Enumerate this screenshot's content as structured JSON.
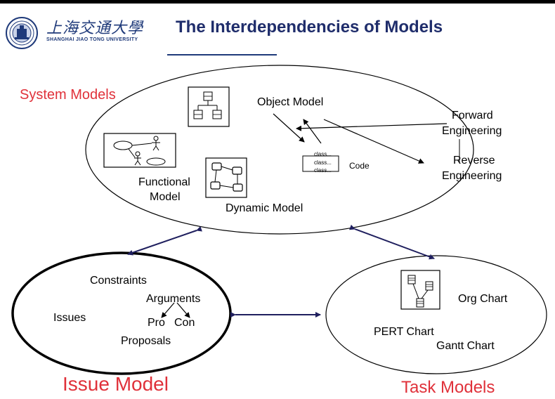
{
  "header": {
    "title": "The Interdependencies of Models",
    "school_name_cn": "上海交通大學",
    "school_name_en": "SHANGHAI JIAO TONG UNIVERSITY"
  },
  "colors": {
    "accent_red": "#e0313a",
    "title_navy": "#1f2d6b",
    "arrow_navy": "#1f1f5e"
  },
  "system_models": {
    "heading": "System Models",
    "object_model": "Object Model",
    "forward_engineering_line1": "Forward",
    "forward_engineering_line2": "Engineering",
    "reverse_engineering_line1": "Reverse",
    "reverse_engineering_line2": "Engineering",
    "code": "Code",
    "code_lines": [
      "class...",
      "class...",
      "class..."
    ],
    "functional_model_line1": "Functional",
    "functional_model_line2": "Model",
    "dynamic_model": "Dynamic Model",
    "icons": [
      "class-diagram-icon",
      "use-case-diagram-icon",
      "state-diagram-icon"
    ]
  },
  "issue_model": {
    "heading": "Issue Model",
    "constraints": "Constraints",
    "arguments": "Arguments",
    "issues": "Issues",
    "pro": "Pro",
    "con": "Con",
    "proposals": "Proposals"
  },
  "task_models": {
    "heading": "Task Models",
    "org_chart": "Org Chart",
    "pert_chart": "PERT Chart",
    "gantt_chart": "Gantt Chart",
    "icons": [
      "org-chart-icon"
    ]
  }
}
